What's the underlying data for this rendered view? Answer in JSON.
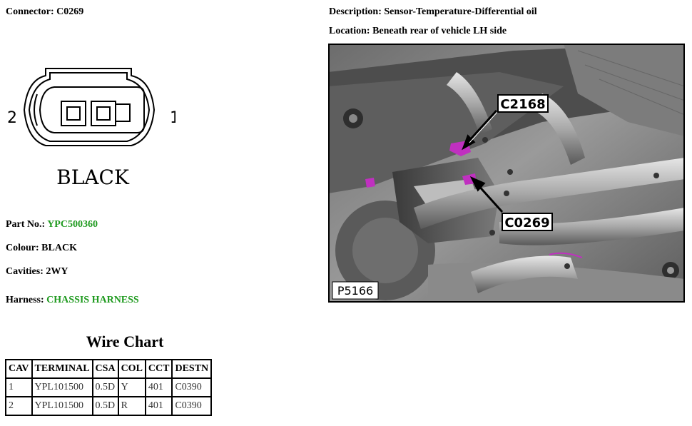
{
  "connector": {
    "label": "Connector:",
    "value": "C0269"
  },
  "description": {
    "label": "Description:",
    "value": "Sensor-Temperature-Differential oil"
  },
  "location": {
    "label": "Location:",
    "value": "Beneath rear of vehicle LH side"
  },
  "diagram": {
    "pin_left": "2",
    "pin_right": "1",
    "color_text": "BLACK"
  },
  "photo": {
    "callout_top": "C2168",
    "callout_bottom": "C0269",
    "ref": "P5166"
  },
  "part_no": {
    "label": "Part No.:",
    "value": "YPC500360"
  },
  "colour": {
    "label": "Colour:",
    "value": "BLACK"
  },
  "cavities": {
    "label": "Cavities:",
    "value": "2WY"
  },
  "harness": {
    "label": "Harness:",
    "value": "CHASSIS HARNESS"
  },
  "wire_chart": {
    "title": "Wire Chart",
    "headers": [
      "CAV",
      "TERMINAL",
      "CSA",
      "COL",
      "CCT",
      "DESTN"
    ],
    "rows": [
      [
        "1",
        "YPL101500",
        "0.5D",
        "Y",
        "401",
        "C0390"
      ],
      [
        "2",
        "YPL101500",
        "0.5D",
        "R",
        "401",
        "C0390"
      ]
    ]
  },
  "colors": {
    "green_text": "#1f9a1f",
    "callout_magenta": "#c030c0"
  }
}
